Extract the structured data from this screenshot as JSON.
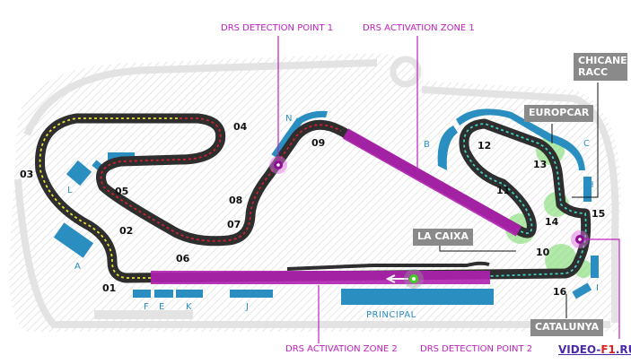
{
  "corners": [
    "01",
    "02",
    "03",
    "04",
    "05",
    "06",
    "07",
    "08",
    "09",
    "10",
    "11",
    "12",
    "13",
    "14",
    "15",
    "16"
  ],
  "stands": [
    "A",
    "B",
    "C",
    "E",
    "F",
    "H",
    "I",
    "J",
    "K",
    "L",
    "N"
  ],
  "principal_label": "PRINCIPAL",
  "callouts": {
    "drs_detection_1": "DRS DETECTION POINT 1",
    "drs_activation_1": "DRS ACTIVATION ZONE 1",
    "drs_activation_2": "DRS ACTIVATION ZONE 2",
    "drs_detection_2": "DRS DETECTION POINT 2"
  },
  "sectors": {
    "chicane": "CHICANE RACC",
    "europcar": "EUROPCAR",
    "la_caixa": "LA CAIXA",
    "catalunya": "CATALUNYA"
  },
  "watermark": {
    "prefix": "VIDEO-",
    "accent": "F1",
    "suffix": ".RU"
  },
  "colors": {
    "track": "#2e2e2e",
    "drs": "#b020b0",
    "stands": "#2a8fc0",
    "sector1": "#e8e030",
    "sector2": "#d02030",
    "sector3": "#40d0c0",
    "runoff": "#7ddc70"
  }
}
